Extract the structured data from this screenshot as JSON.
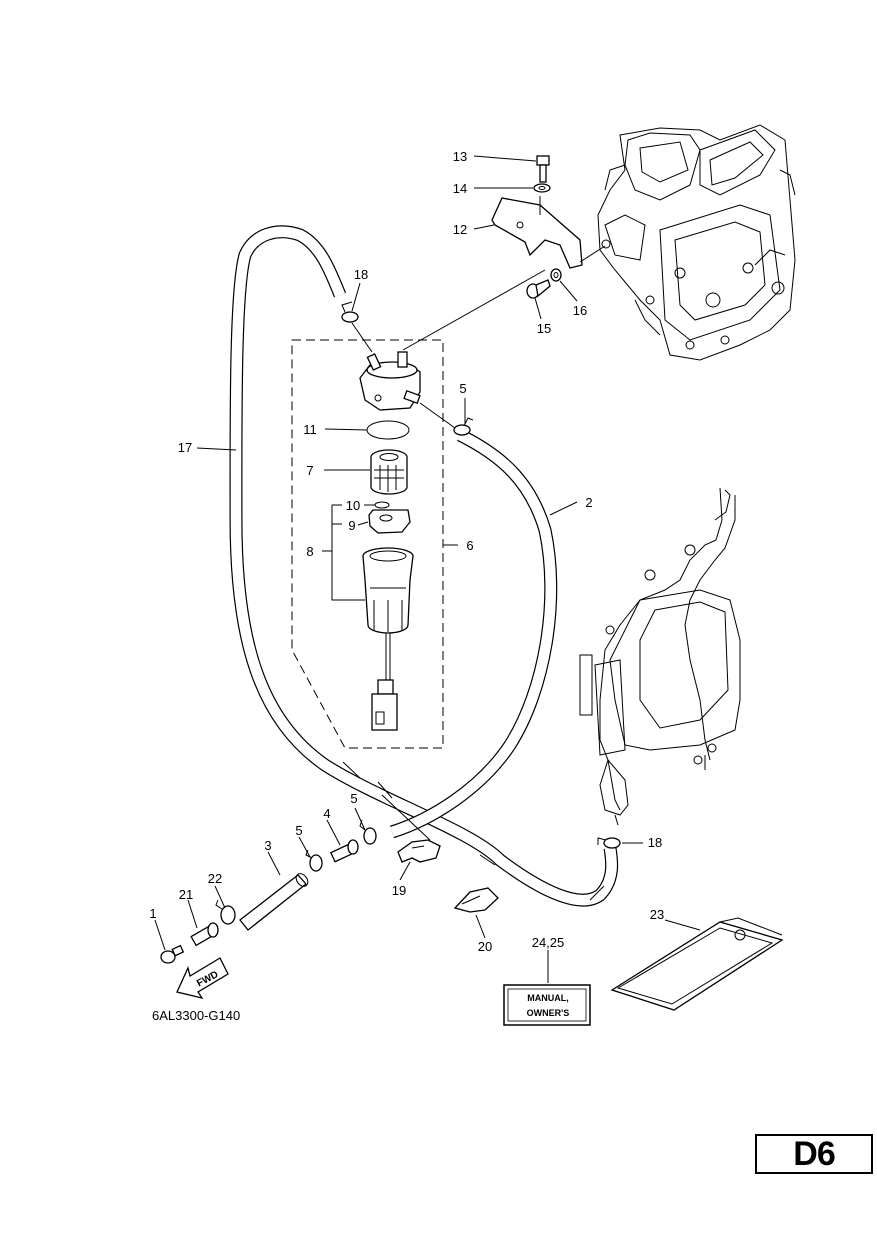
{
  "page": {
    "section_code": "D6",
    "drawing_code": "6AL3300-G140"
  },
  "callouts": {
    "n1": "1",
    "n2": "2",
    "n3": "3",
    "n4": "4",
    "n5a": "5",
    "n5b": "5",
    "n5c": "5",
    "n6": "6",
    "n7": "7",
    "n8": "8",
    "n9": "9",
    "n10": "10",
    "n11": "11",
    "n12": "12",
    "n13": "13",
    "n14": "14",
    "n15": "15",
    "n16": "16",
    "n17": "17",
    "n18a": "18",
    "n18b": "18",
    "n19": "19",
    "n20": "20",
    "n21": "21",
    "n22": "22",
    "n23": "23",
    "n24_25": "24,25"
  },
  "manual_box": {
    "line1": "MANUAL,",
    "line2": "OWNER'S"
  },
  "fwd_arrow": {
    "label": "FWD"
  }
}
